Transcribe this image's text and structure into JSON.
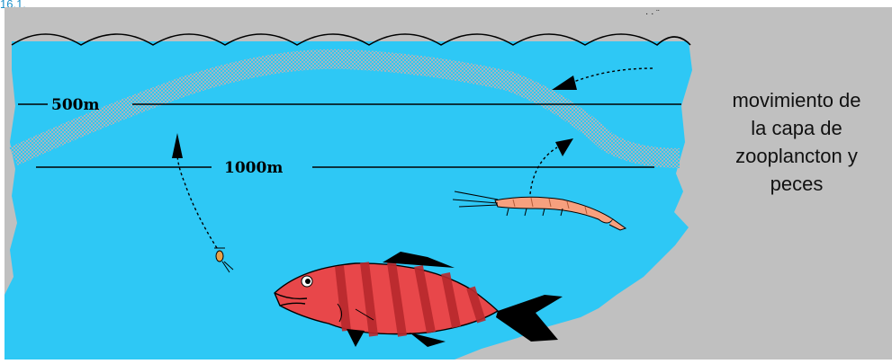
{
  "figure": {
    "label": "16.1."
  },
  "depth_markers": [
    {
      "label": "500m"
    },
    {
      "label": "1000m"
    }
  ],
  "caption": {
    "lines": [
      "movimiento de",
      "la capa de",
      "zooplancton y",
      "peces"
    ]
  },
  "colors": {
    "background": "#c0c0c0",
    "water": "#2ec8f5",
    "layer_band": "#8fb7c9",
    "fish_body": "#e8474a",
    "fish_stripes": "#b8292d",
    "fish_tail": "#000000",
    "shrimp": "#f7a07e",
    "larva": "#e8a24a"
  },
  "icons": [
    "wave-surface-icon",
    "fish-icon",
    "shrimp-icon",
    "larva-icon",
    "migration-arrow-icon"
  ]
}
